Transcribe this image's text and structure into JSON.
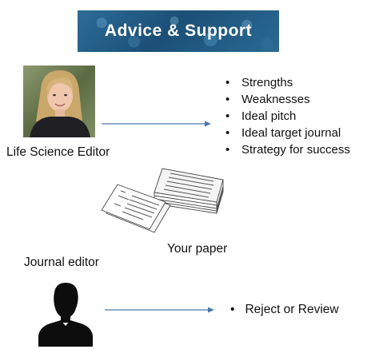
{
  "banner": {
    "title": "Advice & Support"
  },
  "editor": {
    "label": "Life Science Editor",
    "advice_items": [
      "Strengths",
      "Weaknesses",
      "Ideal pitch",
      "Ideal target journal",
      "Strategy for success"
    ]
  },
  "paper": {
    "label": "Your paper"
  },
  "journal": {
    "label": "Journal editor",
    "outcome": "Reject or Review"
  },
  "colors": {
    "banner": "#1f5a84",
    "arrow": "#4a78b0",
    "text": "#111111"
  }
}
